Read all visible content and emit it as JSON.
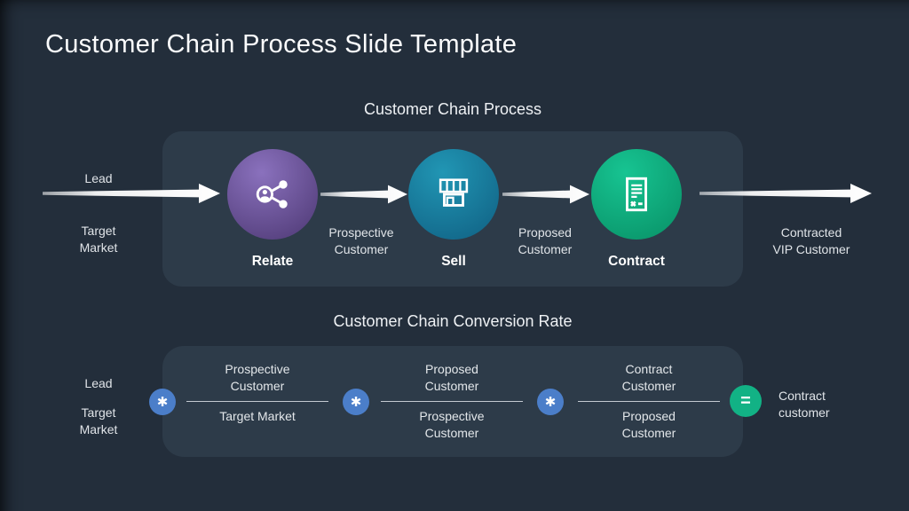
{
  "slide": {
    "title": "Customer Chain Process Slide Template"
  },
  "colors": {
    "background": "#232e3b",
    "panel": "#2d3b49",
    "relate_purple": "#6f57a0",
    "sell_teal": "#1a86a5",
    "contract_green": "#10b183",
    "operator_blue": "#4b7ec9",
    "equals_green": "#12b285",
    "arrow_white": "#ffffff"
  },
  "process": {
    "heading": "Customer Chain Process",
    "lead_label": "Lead",
    "source_label": "Target Market",
    "steps": [
      {
        "label": "Relate",
        "icon": "person-share-icon"
      },
      {
        "label": "Sell",
        "icon": "storefront-icon"
      },
      {
        "label": "Contract",
        "icon": "contract-signature-icon"
      }
    ],
    "transitions": [
      "Prospective Customer",
      "Proposed Customer"
    ],
    "output_label": "Contracted VIP Customer"
  },
  "conversion": {
    "heading": "Customer Chain Conversion Rate",
    "input_top": "Lead",
    "input_bottom": "Target Market",
    "multiply_symbol": "✱",
    "equals_symbol": "=",
    "fractions": [
      {
        "numerator": "Prospective Customer",
        "denominator": "Target Market"
      },
      {
        "numerator": "Proposed Customer",
        "denominator": "Prospective Customer"
      },
      {
        "numerator": "Contract Customer",
        "denominator": "Proposed Customer"
      }
    ],
    "result_label": "Contract customer"
  }
}
